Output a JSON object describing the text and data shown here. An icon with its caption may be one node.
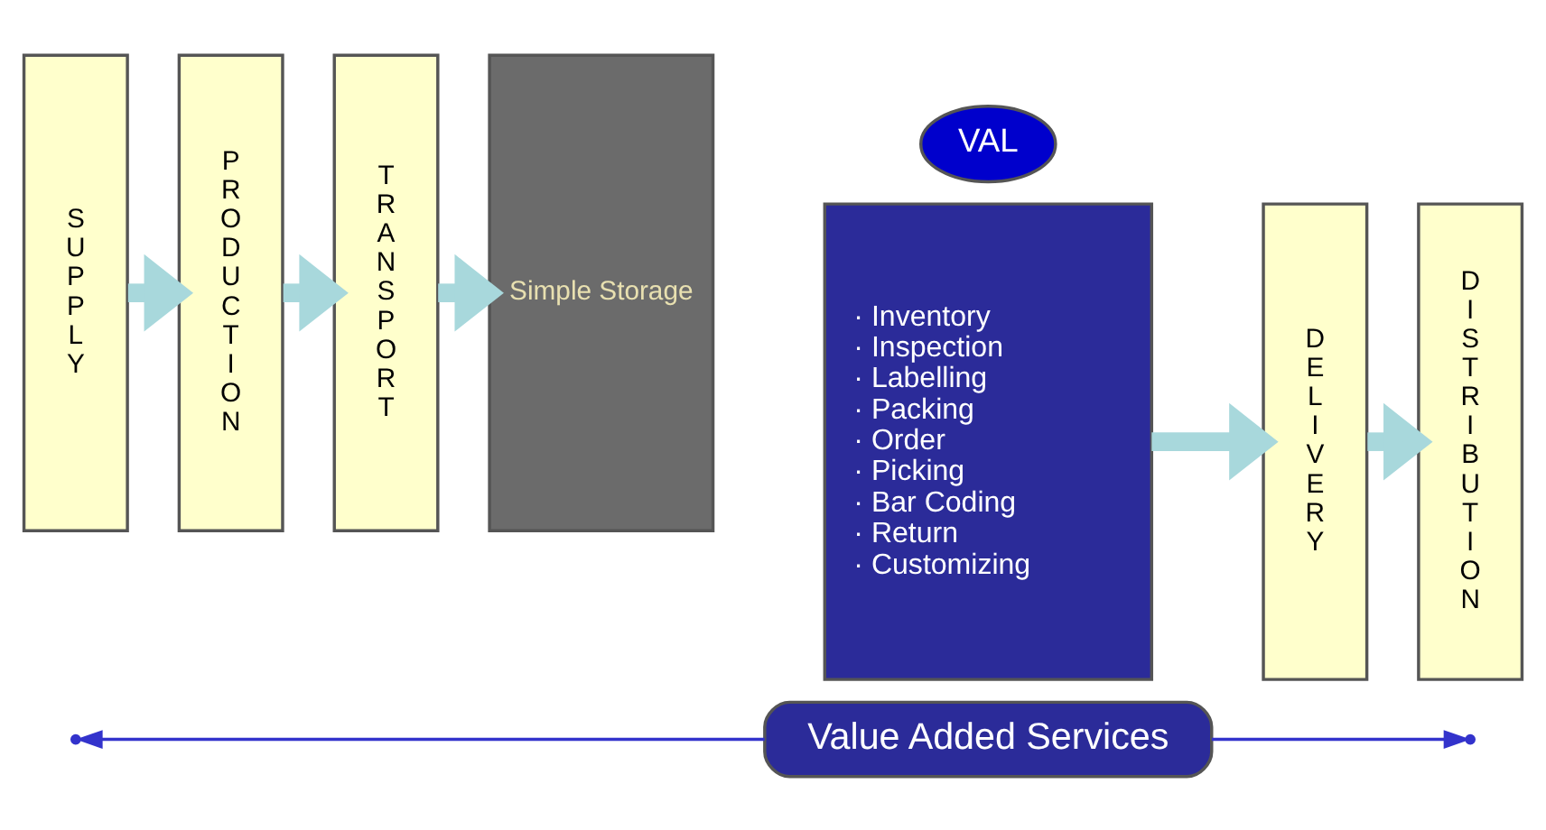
{
  "diagram": {
    "nodes": [
      {
        "text": [
          "SUPPLY"
        ]
      },
      {
        "text": [
          "PRODUCTION"
        ]
      },
      {
        "text": [
          "TRANSPORT"
        ]
      },
      {
        "text": [
          "Simple Storage"
        ]
      },
      {
        "text": [
          "VAL"
        ]
      },
      {
        "text": [
          "· Inventory",
          "· Inspection",
          "· Labelling",
          "· Packing",
          "· Order",
          "· Picking",
          "· Bar Coding",
          "· Return",
          "· Customizing"
        ]
      },
      {
        "text": [
          "DELIVERY"
        ]
      },
      {
        "text": [
          "DISTRIBUTION"
        ]
      },
      {
        "text": [
          "Value Added Services"
        ]
      }
    ],
    "edges": [
      {
        "from": 0,
        "to": 1,
        "arrow": "to"
      },
      {
        "from": 1,
        "to": 2,
        "arrow": "to"
      },
      {
        "from": 2,
        "to": 3,
        "arrow": "to"
      },
      {
        "from": 5,
        "to": 6,
        "arrow": "to"
      },
      {
        "from": 6,
        "to": 7,
        "arrow": "to"
      },
      {
        "from": 8,
        "to": null,
        "arrow": "to",
        "color": "#3333cc"
      },
      {
        "from": 8,
        "to": null,
        "arrow": "to",
        "color": "#3333cc"
      }
    ]
  }
}
